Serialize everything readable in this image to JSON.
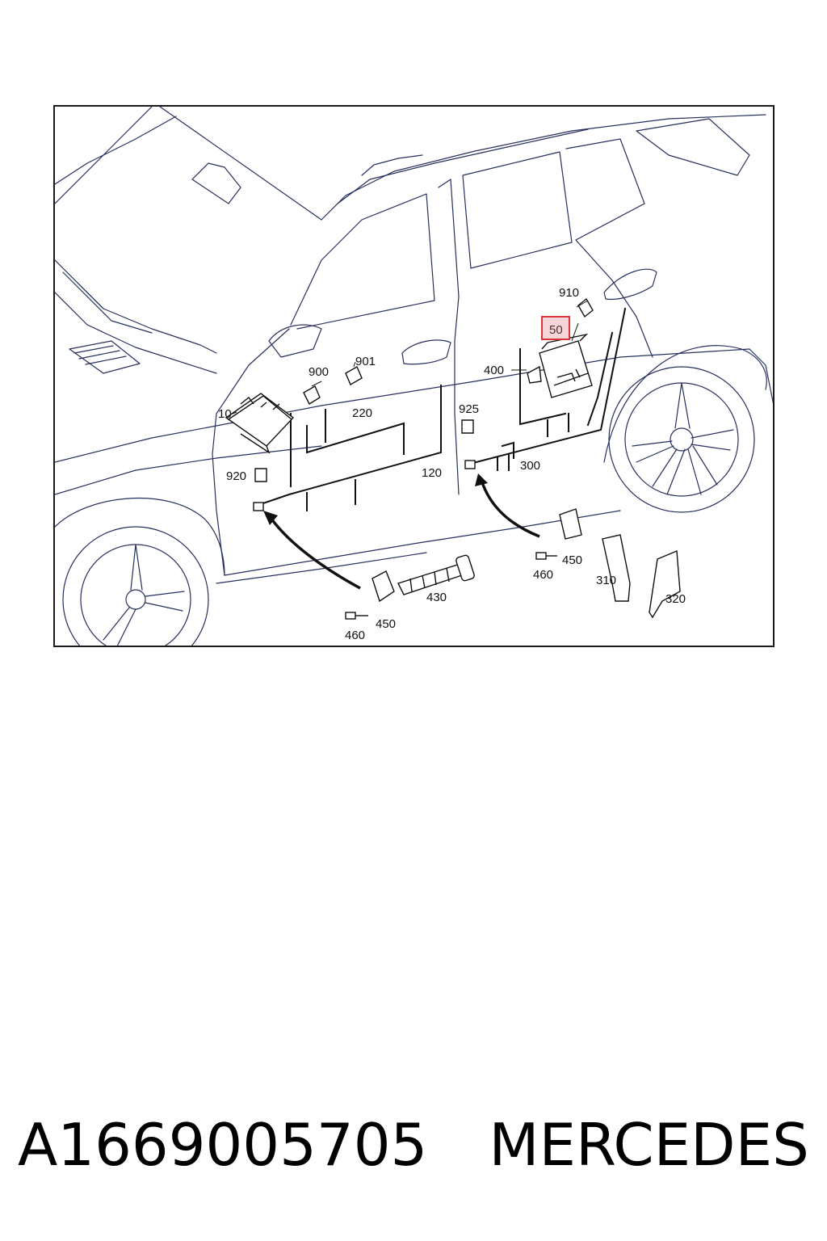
{
  "diagram": {
    "callouts": {
      "c10": "10",
      "c50": "50",
      "c120": "120",
      "c220": "220",
      "c300": "300",
      "c310": "310",
      "c320": "320",
      "c400": "400",
      "c430": "430",
      "c450_left": "450",
      "c450_right": "450",
      "c460_left": "460",
      "c460_right": "460",
      "c900": "900",
      "c901": "901",
      "c910": "910",
      "c920": "920",
      "c925": "925"
    },
    "highlighted_callout": "50",
    "highlight_color": "#d9333b",
    "line_color": "#1e2a5a"
  },
  "caption": {
    "part_number": "A1669005705",
    "brand": "MERCEDES"
  }
}
